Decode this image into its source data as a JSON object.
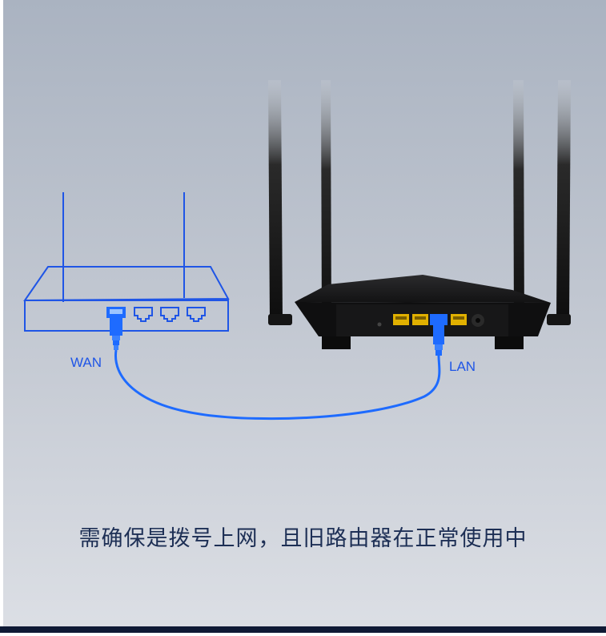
{
  "labels": {
    "wan": "WAN",
    "lan": "LAN"
  },
  "caption": "需确保是拨号上网，且旧路由器在正常使用中",
  "colors": {
    "background_top": "#aeb7c4",
    "background_bottom": "#d8dce3",
    "line_blue": "#1f55e6",
    "cable_blue": "#1e6bff",
    "router_black": "#141414",
    "port_yellow": "#e0b000",
    "caption_text": "#1d2f55",
    "bottom_band": "#0f1a35"
  },
  "icons": [
    "old-router-outline-icon",
    "new-router-icon",
    "ethernet-cable-icon",
    "ethernet-plug-icon"
  ]
}
